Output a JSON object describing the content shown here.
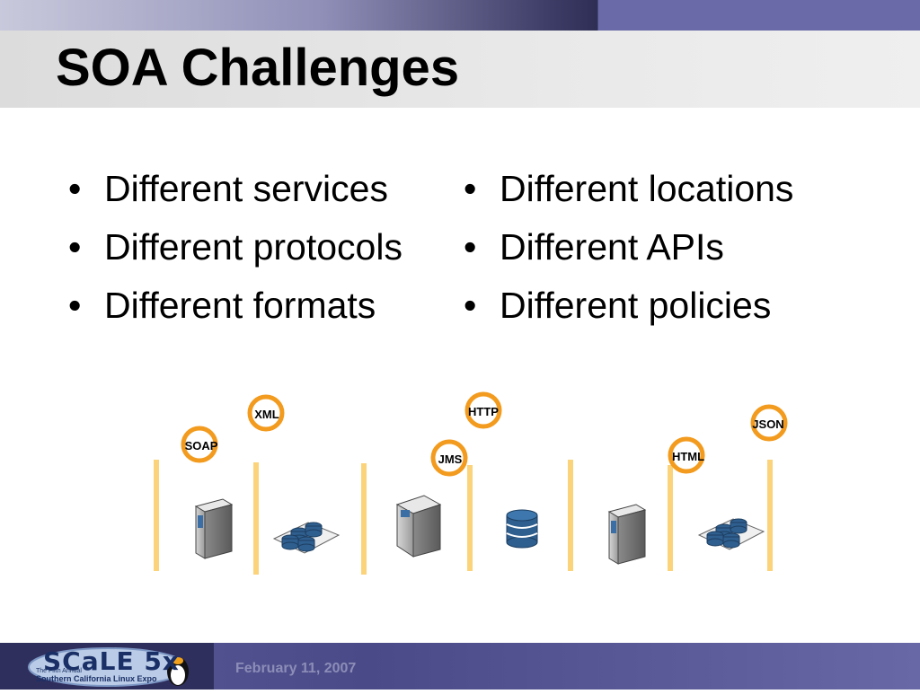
{
  "slide": {
    "title": "SOA Challenges",
    "bullets_left": [
      "Different services",
      "Different protocols",
      "Different formats"
    ],
    "bullets_right": [
      "Different locations",
      "Different APIs",
      "Different policies"
    ],
    "bullet_char": "•"
  },
  "diagram": {
    "protocol_labels": [
      "SOAP",
      "XML",
      "JMS",
      "HTTP",
      "HTML",
      "JSON"
    ],
    "colors": {
      "ring": "#f29b1e",
      "divider": "#fbd37a",
      "server": "#7f8f9f",
      "db": "#2f5f8f"
    }
  },
  "footer": {
    "logo_text": "SCaLE 5x",
    "logo_subtitle": "Southern California Linux Expo",
    "logo_line2": "The Fifth Annual",
    "date": "February 11, 2007"
  }
}
